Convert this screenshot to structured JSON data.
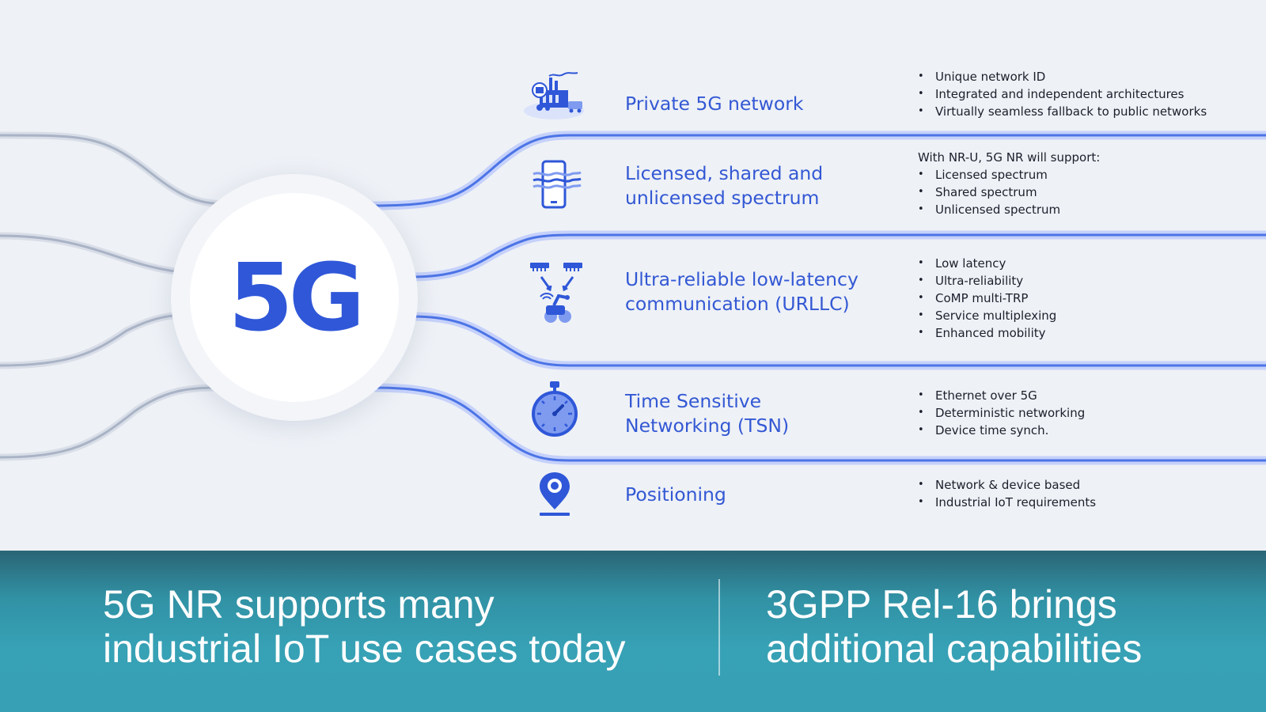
{
  "hub": {
    "label": "5G"
  },
  "features": [
    {
      "icon": "factory-icon",
      "title": "Private 5G network",
      "details": {
        "intro": "",
        "bullets": [
          "Unique network ID",
          "Integrated and independent architectures",
          "Virtually seamless fallback to public networks"
        ]
      }
    },
    {
      "icon": "smartphone-signal-icon",
      "title": "Licensed, shared and\nunlicensed spectrum",
      "details": {
        "intro": "With NR-U, 5G NR will support:",
        "bullets": [
          "Licensed spectrum",
          "Shared spectrum",
          "Unlicensed spectrum"
        ]
      }
    },
    {
      "icon": "robot-arm-icon",
      "title": "Ultra-reliable low-latency\ncommunication (URLLC)",
      "details": {
        "intro": "",
        "bullets": [
          "Low latency",
          "Ultra-reliability",
          "CoMP multi-TRP",
          "Service multiplexing",
          "Enhanced mobility"
        ]
      }
    },
    {
      "icon": "stopwatch-icon",
      "title": "Time Sensitive\nNetworking (TSN)",
      "details": {
        "intro": "",
        "bullets": [
          "Ethernet over 5G",
          "Deterministic networking",
          "Device time synch."
        ]
      }
    },
    {
      "icon": "location-pin-icon",
      "title": "Positioning",
      "details": {
        "intro": "",
        "bullets": [
          "Network & device based",
          "Industrial IoT requirements"
        ]
      }
    }
  ],
  "banner": {
    "left_text": "5G NR supports many\nindustrial IoT use cases today",
    "right_text": "3GPP Rel-16 brings\nadditional capabilities"
  },
  "colors": {
    "accent": "#3358d4",
    "line_glow": "#aebff7",
    "line_core": "#4c74e6",
    "gray_line": "#a9b3c6",
    "banner": "#37a0b4"
  }
}
